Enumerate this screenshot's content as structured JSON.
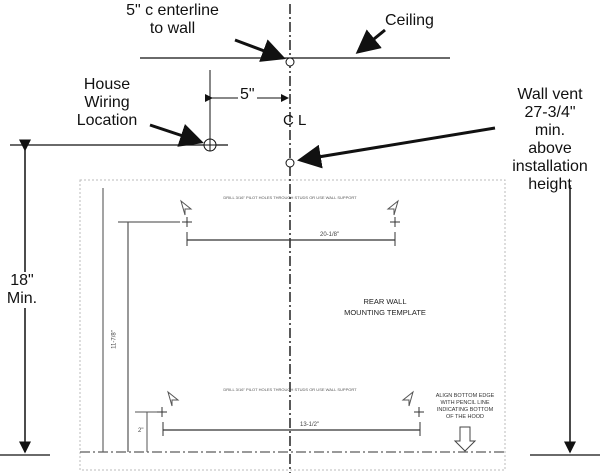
{
  "labels": {
    "centerline": [
      "5\" c enterline",
      "to wall"
    ],
    "ceiling": "Ceiling",
    "house_wiring": [
      "House",
      "Wiring",
      "Location"
    ],
    "offset": "5\"",
    "cl": "C L",
    "wall_vent": [
      "Wall vent",
      "27-3/4\"",
      "min.",
      "above",
      "installation",
      "height"
    ],
    "min_18": [
      "18\"",
      "Min."
    ]
  },
  "template": {
    "title": [
      "REAR WALL",
      "MOUNTING TEMPLATE"
    ],
    "top_instruction": "DRILL 3/16\" PILOT HOLES THROUGH STUDS OR USE WALL SUPPORT",
    "bottom_instruction": "DRILL 3/16\" PILOT HOLES THROUGH STUDS OR USE WALL SUPPORT",
    "top_dim": "20-1/8\"",
    "bottom_dim": "13-1/2\"",
    "side_dim": "11-7/8\"",
    "small_dim": "2\"",
    "align_note": [
      "ALIGN BOTTOM EDGE",
      "WITH PENCIL LINE",
      "INDICATING BOTTOM",
      "OF THE HOOD"
    ]
  }
}
